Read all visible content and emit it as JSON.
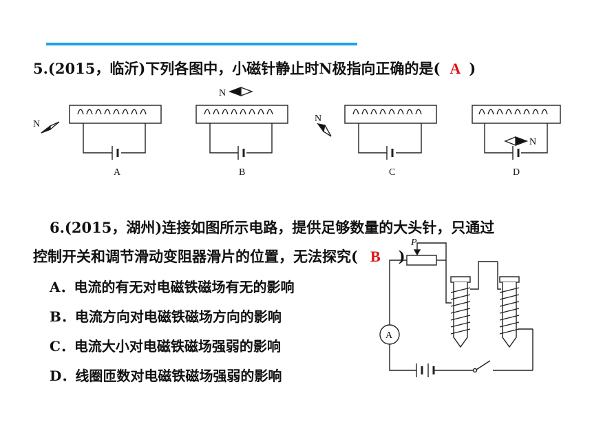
{
  "q5": {
    "number": "5",
    "stem_pre": ".(2015，临沂)下列各图中，小磁针静止时N极指向正确的是(",
    "answer": "A",
    "stem_post": ")",
    "diagram_labels": {
      "a": "A",
      "b": "B",
      "c": "C",
      "d": "D",
      "n": "N"
    }
  },
  "q6": {
    "number": "6",
    "stem_line1": ".(2015，湖州)连接如图所示电路，提供足够数量的大头针，只通过",
    "stem_line2_pre": "控制开关和调节滑动变阻器滑片的位置，无法探究(",
    "answer": "B",
    "stem_line2_post": ")",
    "options": [
      "A．电流的有无对电磁铁磁场有无的影响",
      "B．电流方向对电磁铁磁场方向的影响",
      "C．电流大小对电磁铁磁场强弱的影响",
      "D．线圈匝数对电磁铁磁场强弱的影响"
    ],
    "diagram_labels": {
      "p": "P",
      "ammeter": "A"
    }
  },
  "colors": {
    "rule": "#1aa3e8",
    "answer": "#e01010"
  }
}
